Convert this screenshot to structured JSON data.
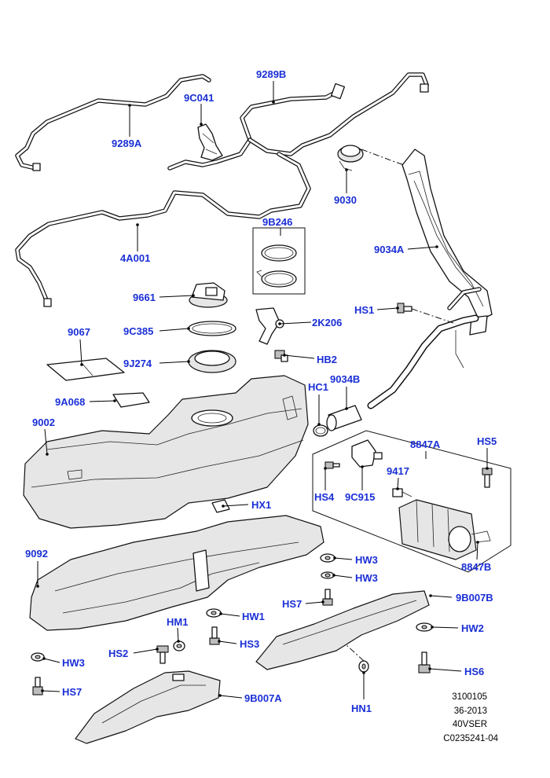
{
  "labels": {
    "p9289B": "9289B",
    "p9C041": "9C041",
    "p9289A": "9289A",
    "p9030": "9030",
    "p4A001": "4A001",
    "p9B246": "9B246",
    "p9034A": "9034A",
    "p9661": "9661",
    "p2K206": "2K206",
    "pHS1": "HS1",
    "p9C385": "9C385",
    "p9067": "9067",
    "p9J274": "9J274",
    "pHB2": "HB2",
    "pHC1": "HC1",
    "p9034B": "9034B",
    "p9A068": "9A068",
    "p9002": "9002",
    "p8847A": "8847A",
    "pHS5": "HS5",
    "p9417": "9417",
    "pHS4": "HS4",
    "p9C915": "9C915",
    "pHX1": "HX1",
    "p8847B": "8847B",
    "p9092": "9092",
    "pHW3a": "HW3",
    "pHW3b": "HW3",
    "pHS7a": "HS7",
    "p9B007B": "9B007B",
    "pHW1": "HW1",
    "pHM1": "HM1",
    "pHW2": "HW2",
    "pHS2": "HS2",
    "pHS3": "HS3",
    "pHW3c": "HW3",
    "pHS6": "HS6",
    "pHS7b": "HS7",
    "p9B007A": "9B007A",
    "pHN1": "HN1"
  },
  "reference": {
    "line1": "3100105",
    "line2": "36-2013",
    "line3": "40VSER",
    "line4": "C0235241-04"
  },
  "colors": {
    "label": "#1a2fd6",
    "line": "#000000",
    "background": "#ffffff"
  }
}
